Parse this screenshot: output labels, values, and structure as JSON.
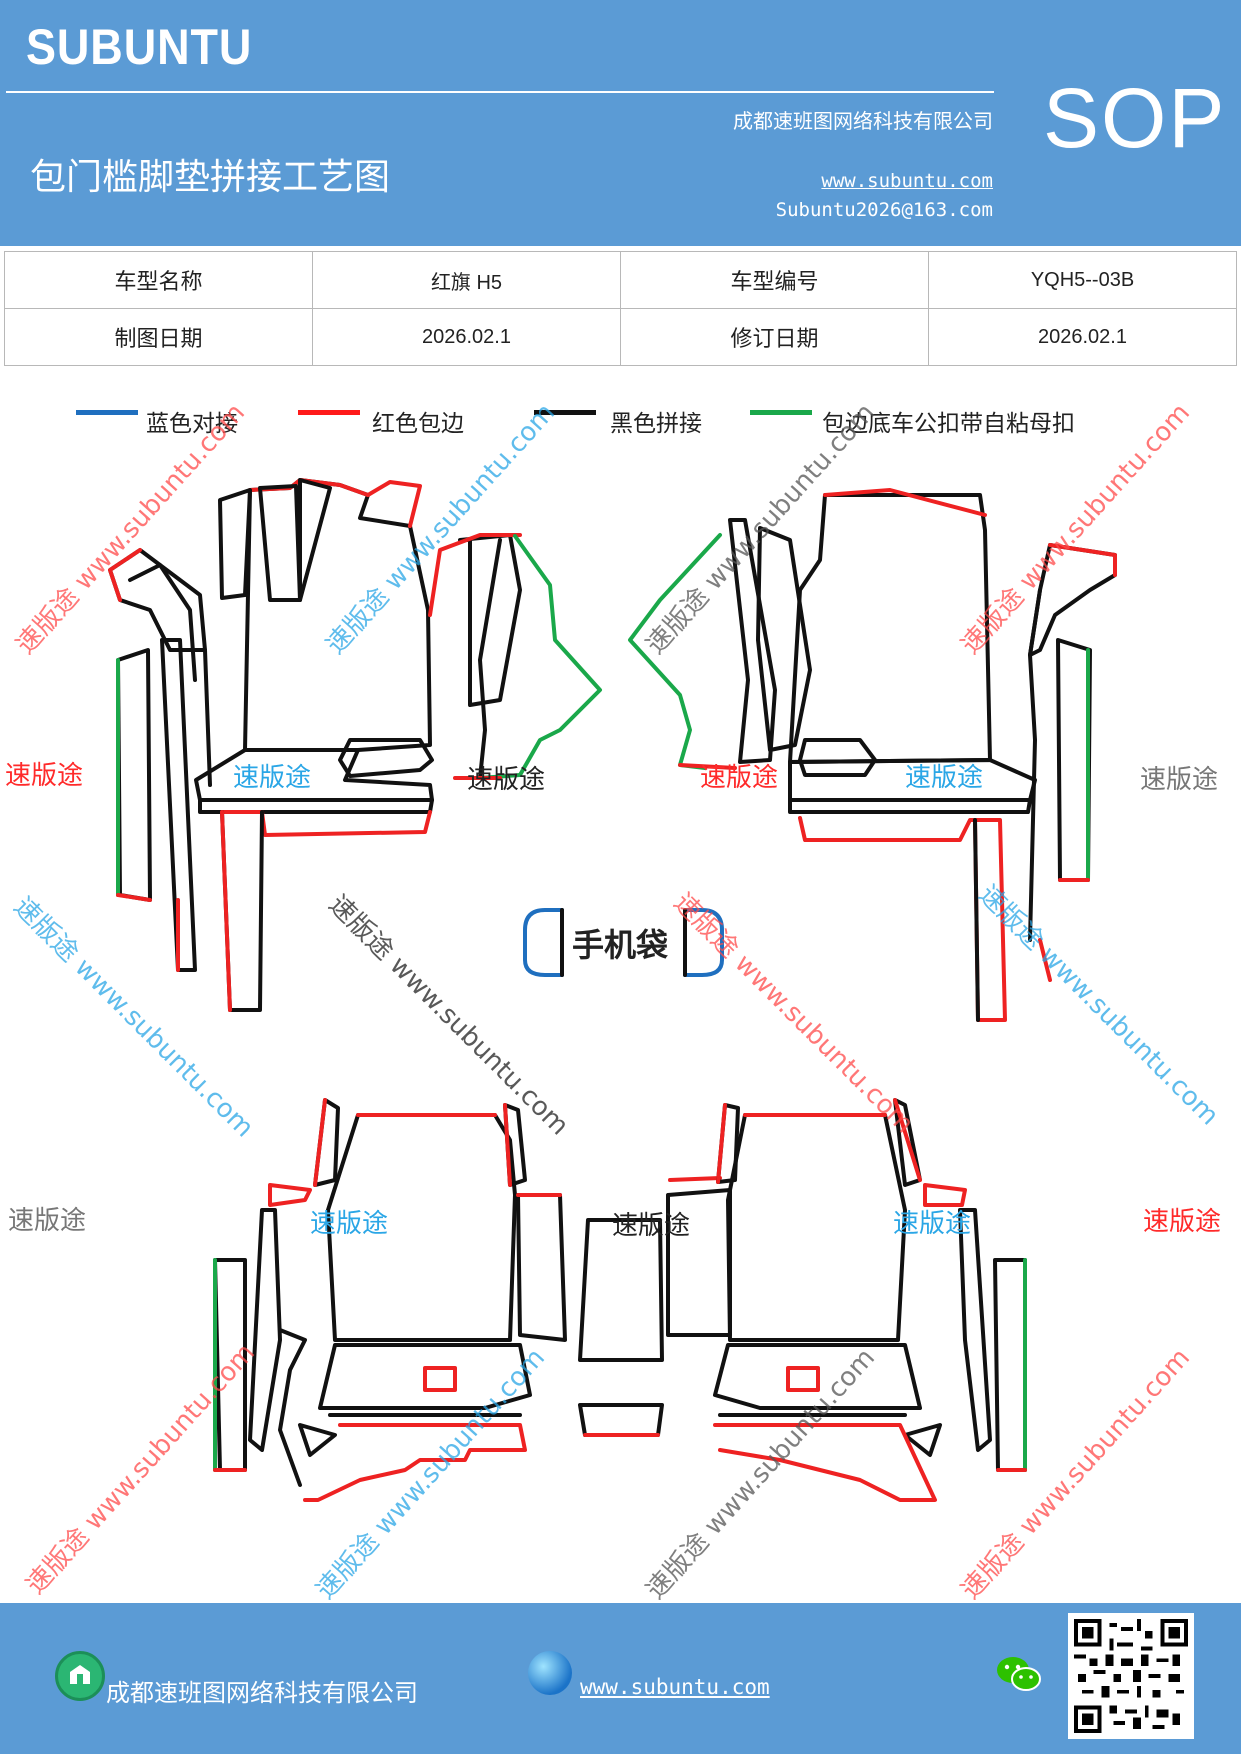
{
  "header": {
    "brand": "SUBUNTU",
    "title": "包门槛脚垫拼接工艺图",
    "company": "成都速班图网络科技有限公司",
    "website": "www.subuntu.com",
    "email": "Subuntu2026@163.com",
    "badge": "SOP"
  },
  "info_table": {
    "model_name_label": "车型名称",
    "model_name_value": "红旗 H5",
    "model_code_label": "车型编号",
    "model_code_value": "YQH5--03B",
    "draw_date_label": "制图日期",
    "draw_date_value": "2026.02.1",
    "revise_date_label": "修订日期",
    "revise_date_value": "2026.02.1"
  },
  "legend": [
    {
      "label": "蓝色对接",
      "color": "#1f6fbf"
    },
    {
      "label": "红色包边",
      "color": "#ff1a1a"
    },
    {
      "label": "黑色拼接",
      "color": "#111111"
    },
    {
      "label": "包边底车公扣带自粘母扣",
      "color": "#1aa84a"
    }
  ],
  "diagram": {
    "pocket_label": "手机袋"
  },
  "watermarks": {
    "brand_cn": "速版途",
    "site": "www.subuntu.com",
    "combined": "速版途 www.subuntu.com"
  },
  "footer": {
    "company": "成都速班图网络科技有限公司",
    "website": "www.subuntu.com"
  },
  "colors": {
    "header_bg": "#5b9bd5",
    "red": "#ff1a1a",
    "blue": "#1f6fbf",
    "black": "#111111",
    "green": "#1aa84a"
  }
}
